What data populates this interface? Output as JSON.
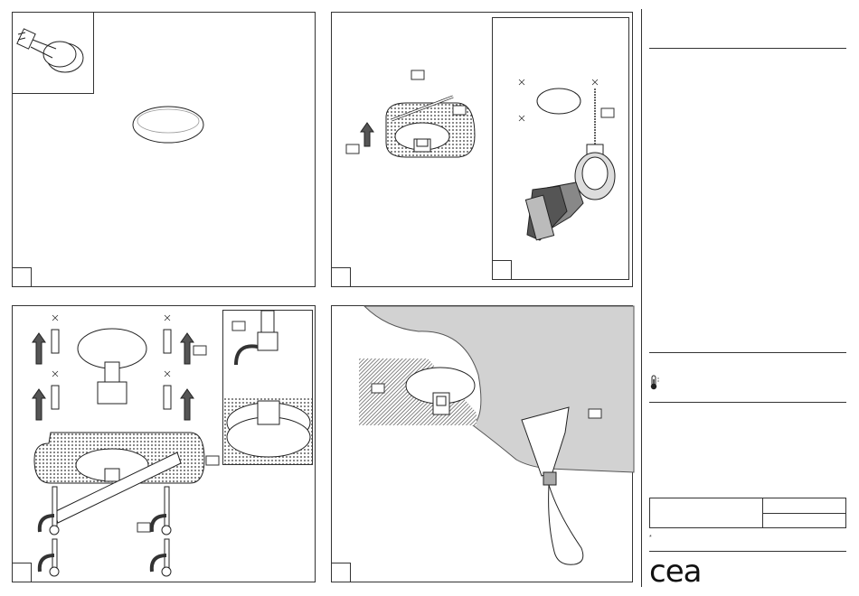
{
  "sidebar": {
    "note_mark": "*",
    "logo_text": "cea",
    "thermometer_icon": "thermometer-icon"
  },
  "panels": [
    {
      "id": "p1",
      "icon": "tap-adapter-thumbnail"
    },
    {
      "id": "p2",
      "icon": "wall-plate-marking"
    },
    {
      "id": "p3",
      "icon": "drilling-with-drill"
    },
    {
      "id": "p4",
      "icon": "anchor-and-screw-mounting"
    },
    {
      "id": "p5",
      "icon": "thread-connection"
    },
    {
      "id": "p6",
      "icon": "plaster-with-spatula"
    }
  ]
}
